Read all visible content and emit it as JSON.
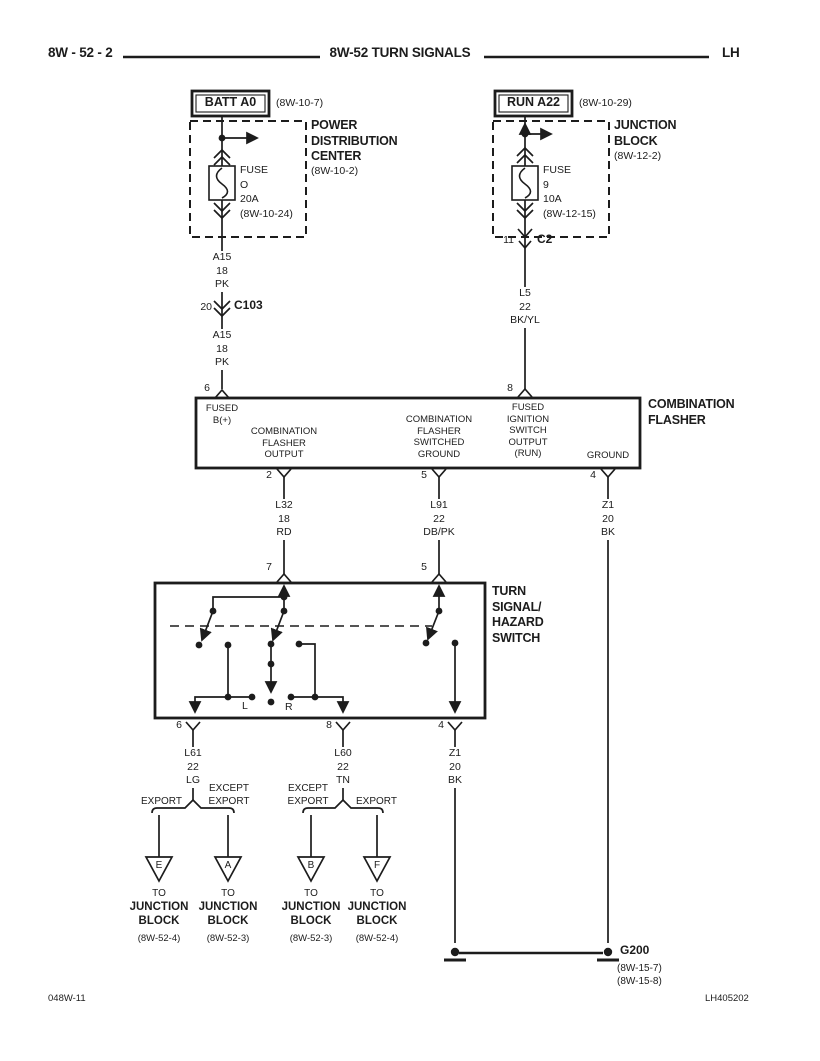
{
  "header": {
    "page_code": "8W - 52 - 2",
    "title": "8W-52 TURN SIGNALS",
    "side": "LH"
  },
  "footer": {
    "doc_code": "048W-11",
    "sheet_code": "LH405202"
  },
  "pdc": {
    "feed_label": "BATT A0",
    "feed_ref": "(8W-10-7)",
    "name": "POWER\nDISTRIBUTION\nCENTER",
    "ref": "(8W-10-2)",
    "fuse_label": "FUSE\nO\n20A\n(8W-10-24)"
  },
  "jb": {
    "feed_label": "RUN A22",
    "feed_ref": "(8W-10-29)",
    "name": "JUNCTION\nBLOCK",
    "ref": "(8W-12-2)",
    "fuse_label": "FUSE\n9\n10A\n(8W-12-15)",
    "connector_pin": "11",
    "connector_name": "C2"
  },
  "c103": {
    "pin": "20",
    "name": "C103"
  },
  "wires": {
    "a15_upper": "A15\n18\nPK",
    "a15_lower": "A15\n18\nPK",
    "l5": "L5\n22\nBK/YL",
    "l32": "L32\n18\nRD",
    "l91": "L91\n22\nDB/PK",
    "z1_flasher": "Z1\n20\nBK",
    "l61": "L61\n22\nLG",
    "l60": "L60\n22\nTN",
    "z1_switch": "Z1\n20\nBK"
  },
  "flasher": {
    "name": "COMBINATION\nFLASHER",
    "pins": {
      "in_left": "6",
      "in_right": "8",
      "out_left": "2",
      "out_mid": "5",
      "out_right": "4"
    },
    "terminals": {
      "fused_b": "FUSED\nB(+)",
      "output": "COMBINATION\nFLASHER\nOUTPUT",
      "switched_ground": "COMBINATION\nFLASHER\nSWITCHED\nGROUND",
      "ignition": "FUSED\nIGNITION\nSWITCH\nOUTPUT\n(RUN)",
      "ground": "GROUND"
    }
  },
  "switch": {
    "name": "TURN\nSIGNAL/\nHAZARD\nSWITCH",
    "pins": {
      "top_left": "7",
      "top_right": "5",
      "bottom_left": "6",
      "bottom_mid": "8",
      "bottom_right": "4"
    },
    "contacts": {
      "left": "L",
      "right": "R"
    }
  },
  "splits": {
    "s1_left": "EXPORT",
    "s1_right": "EXCEPT\nEXPORT",
    "s2_left": "EXCEPT\nEXPORT",
    "s2_right": "EXPORT"
  },
  "offpage": [
    {
      "letter": "E",
      "to": "TO",
      "dest": "JUNCTION\nBLOCK",
      "ref": "(8W-52-4)"
    },
    {
      "letter": "A",
      "to": "TO",
      "dest": "JUNCTION\nBLOCK",
      "ref": "(8W-52-3)"
    },
    {
      "letter": "B",
      "to": "TO",
      "dest": "JUNCTION\nBLOCK",
      "ref": "(8W-52-3)"
    },
    {
      "letter": "F",
      "to": "TO",
      "dest": "JUNCTION\nBLOCK",
      "ref": "(8W-52-4)"
    }
  ],
  "ground": {
    "name": "G200",
    "refs": "(8W-15-7)\n(8W-15-8)"
  },
  "colors": {
    "ink": "#1c1c1c",
    "paper": "#ffffff"
  }
}
